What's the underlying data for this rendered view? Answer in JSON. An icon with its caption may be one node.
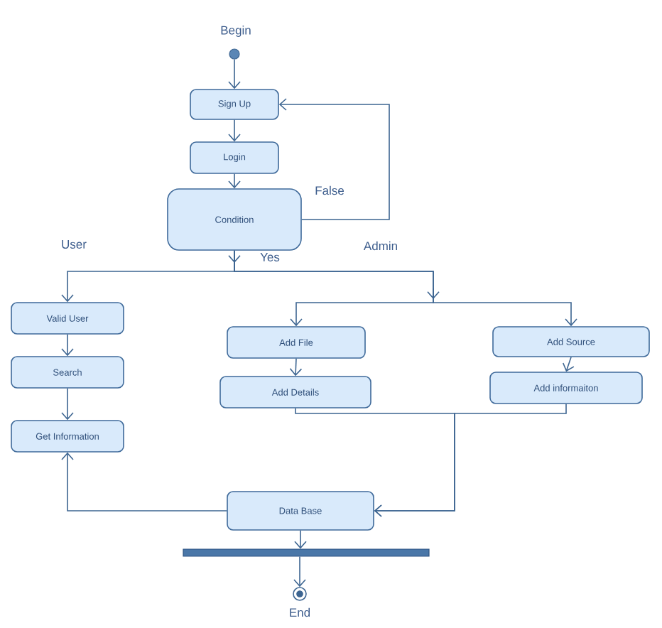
{
  "diagram": {
    "nodes": [
      {
        "text": [],
        "shape": "circle",
        "beside": [
          "Begin"
        ]
      },
      {
        "text": [
          "Sign Up"
        ]
      },
      {
        "text": [
          "Login"
        ]
      },
      {
        "text": [
          "Condition"
        ]
      },
      {
        "text": [
          "Valid User"
        ]
      },
      {
        "text": [
          "Search"
        ]
      },
      {
        "text": [
          "Get Information"
        ]
      },
      {
        "text": [
          "Add File"
        ]
      },
      {
        "text": [
          "Add Details"
        ]
      },
      {
        "text": [
          "Add Source"
        ]
      },
      {
        "text": [
          "Add informaiton"
        ]
      },
      {
        "text": [
          "Data Base"
        ]
      },
      {
        "text": [],
        "shape": "bar"
      },
      {
        "text": [],
        "shape": "circle",
        "beside": [
          "End"
        ]
      }
    ],
    "edges": [
      {
        "from": 0,
        "to": 1,
        "arrow": "to"
      },
      {
        "from": 1,
        "to": 2,
        "arrow": "to"
      },
      {
        "from": 2,
        "to": 3,
        "arrow": "to"
      },
      {
        "from": 3,
        "to": 1,
        "arrow": "to",
        "label": "False"
      },
      {
        "from": 3,
        "to": 4,
        "arrow": "to",
        "label": "Yes"
      },
      {
        "from": 3,
        "to": 7,
        "arrow": "to"
      },
      {
        "from": 3,
        "to": 9,
        "arrow": "to"
      },
      {
        "from": 4,
        "to": 5,
        "arrow": "to"
      },
      {
        "from": 5,
        "to": 6,
        "arrow": "to"
      },
      {
        "from": 7,
        "to": 8,
        "arrow": "to"
      },
      {
        "from": 9,
        "to": 10,
        "arrow": "to"
      },
      {
        "from": 8,
        "to": 11,
        "arrow": "to"
      },
      {
        "from": 10,
        "to": 11,
        "arrow": "to"
      },
      {
        "from": 11,
        "to": 6,
        "arrow": "to"
      },
      {
        "from": 11,
        "to": 12,
        "arrow": "to"
      },
      {
        "from": 12,
        "to": 13,
        "arrow": "to"
      }
    ],
    "labels": [
      "User",
      "Admin"
    ]
  }
}
